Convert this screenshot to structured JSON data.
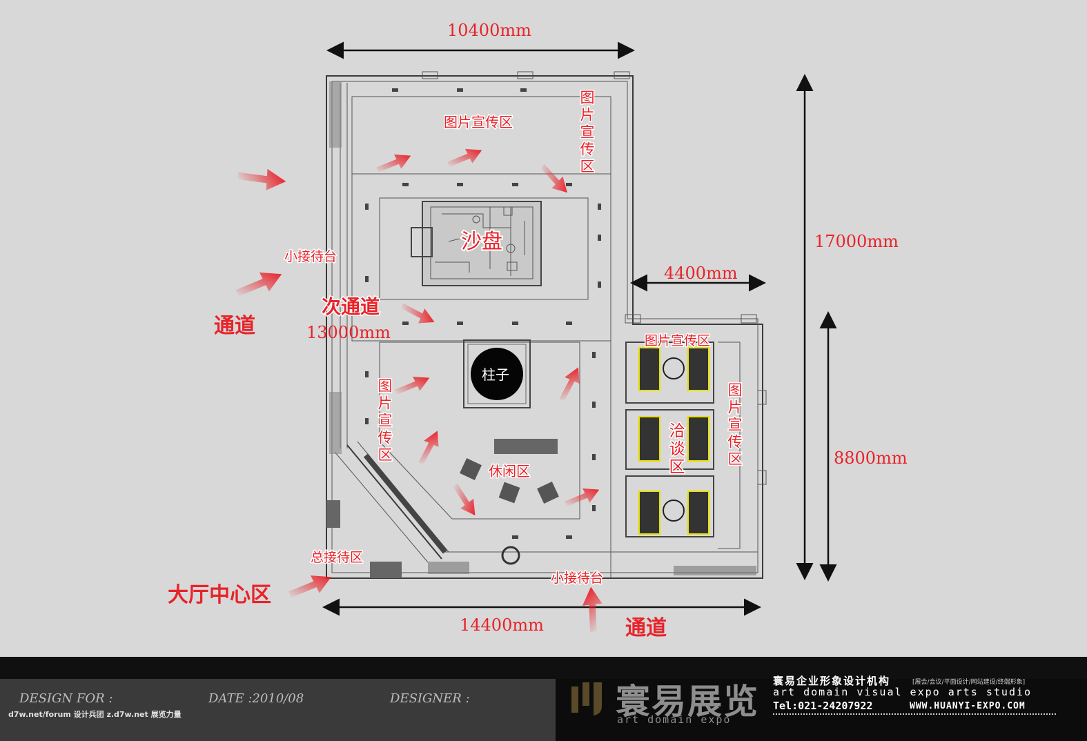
{
  "dimensions": {
    "top_width": "10400mm",
    "total_height": "17000mm",
    "annex_width": "4400mm",
    "corridor": "13000mm",
    "annex_height": "8800mm",
    "bottom_width": "14400mm"
  },
  "labels": {
    "photo_zone_top": "图片宣传区",
    "photo_zone_right_vertical": "图片宣传区",
    "sand_table": "沙盘",
    "small_reception_left": "小接待台",
    "secondary_passage": "次通道",
    "passage_left": "通道",
    "pillar": "柱子",
    "photo_zone_left_vertical": "图片宣传区",
    "leisure_zone": "休闲区",
    "main_reception": "总接待区",
    "hall_center": "大厅中心区",
    "small_reception_bottom": "小接待台",
    "passage_bottom": "通道",
    "annex_photo_zone": "图片宣传区",
    "negotiation_zone": "洽谈区",
    "annex_photo_zone_vertical": "图片宣传区"
  },
  "footer": {
    "design_for": "DESIGN FOR :",
    "date": "DATE :2010/08",
    "designer": "DESIGNER :",
    "forum_note": "d7w.net/forum 设计兵团 z.d7w.net 展览力量",
    "logo_cn": "寰易展览",
    "logo_en": "art domain expo",
    "company_cn": "寰易企业形象设计机构",
    "company_tags": "[展会/会议/平面设计/网站建设/终端形象]",
    "company_en": "art domain visual expo arts studio",
    "tel": "Tel:021-24207922",
    "website": "WWW.HUANYI-EXPO.COM"
  },
  "colors": {
    "background": "#d8d8d8",
    "label_red": "#e8232a",
    "footer_dark": "#101010",
    "footer_band": "#3a3a3a"
  }
}
